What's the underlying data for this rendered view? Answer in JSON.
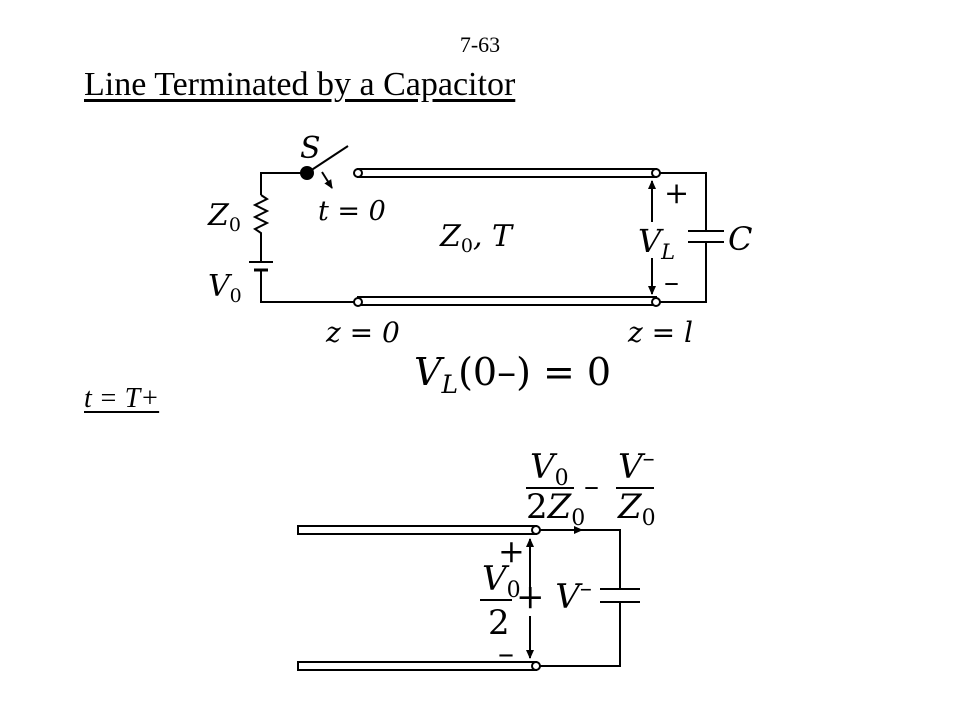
{
  "page_number": "7-63",
  "title": "Line Terminated by a Capacitor",
  "subtitle": "t = T+",
  "circuit_top": {
    "switch_label": "S",
    "switch_time": "t = 0",
    "source_impedance": "Z",
    "source_impedance_sub": "0",
    "source_voltage": "V",
    "source_voltage_sub": "0",
    "line_params_main": "Z",
    "line_params_sub": "0",
    "line_params_tail": ", T",
    "load_voltage": "V",
    "load_voltage_sub": "L",
    "plus_sign": "+",
    "minus_sign": "–",
    "capacitor_label": "C",
    "z_start": "z = 0",
    "z_end": "z = l"
  },
  "initial_condition": {
    "var": "V",
    "sub": "L",
    "rest": "(0–) = 0"
  },
  "circuit_bottom": {
    "current_num1": "V",
    "current_num1_sub": "0",
    "current_den1": "2Z",
    "current_den1_sub": "0",
    "current_minus": "–",
    "current_num2": "V",
    "current_num2_sup": "–",
    "current_den2": "Z",
    "current_den2_sub": "0",
    "plus_sign": "+",
    "minus_sign": "–",
    "voltage_num": "V",
    "voltage_num_sub": "0",
    "voltage_den": "2",
    "voltage_plus": "+ V",
    "voltage_plus_sup": "–"
  }
}
